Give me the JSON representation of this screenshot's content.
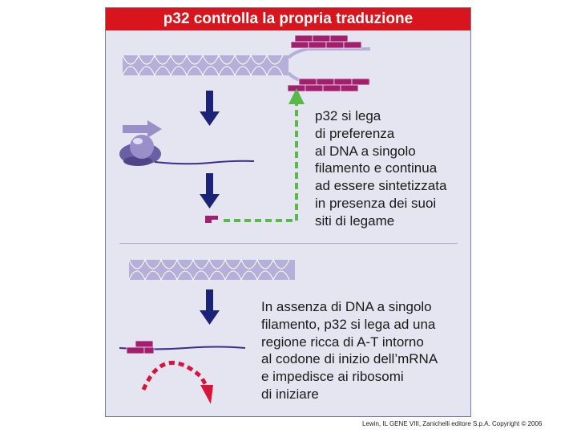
{
  "title": "p32 controlla la propria traduzione",
  "caption_top": [
    "p32 si lega",
    "di preferenza",
    "al DNA a singolo",
    "filamento e continua",
    "ad essere sintetizzata",
    "in presenza dei suoi",
    "siti di legame"
  ],
  "caption_bottom": [
    "In assenza di DNA a singolo",
    "filamento, p32 si lega ad una",
    "regione ricca di A-T intorno",
    "al codone di inizio dell’mRNA",
    "e impedisce ai ribosomi",
    "di iniziare"
  ],
  "credit": "Lewin, IL GENE VIII, Zanichelli editore S.p.A. Copyright © 2006",
  "colors": {
    "title_bg": "#d8141c",
    "panel_bg": "#e4e5f0",
    "dna": "#b6afd9",
    "p32_protein": "#a31f6e",
    "arrow": "#1b2378",
    "feedback_arrow": "#58b848",
    "inhibit_arrow": "#d8143c"
  }
}
